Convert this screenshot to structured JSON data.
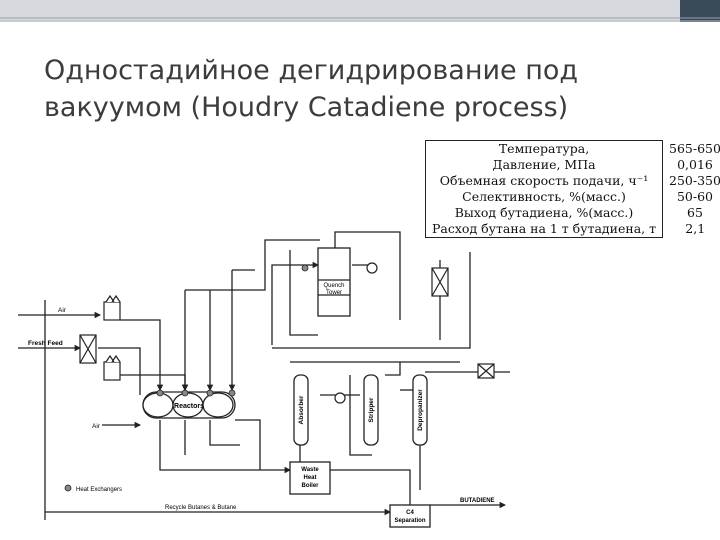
{
  "title": {
    "line1": "Одностадийное дегидрирование под",
    "line2": "вакуумом (Houdry Catadiene process)"
  },
  "parameters": [
    {
      "label": "Температура,",
      "value": "565-650"
    },
    {
      "label": "Давление, МПа",
      "value": "0,016"
    },
    {
      "label": "Объемная скорость подачи, ч⁻¹",
      "value": "250-350"
    },
    {
      "label": "Селективность, %(масс.)",
      "value": "50-60"
    },
    {
      "label": "Выход бутадиена, %(масс.)",
      "value": "65"
    },
    {
      "label": "Расход бутана на 1 т бутадиена, т",
      "value": "2,1"
    }
  ],
  "diagram": {
    "air_top": "Air",
    "fresh_feed": "Fresh Feed",
    "air_bottom": "Air",
    "quench_tower_1": "Quench",
    "quench_tower_2": "Tower",
    "reactors": "Reactors",
    "absorber": "Absorber",
    "stripper": "Stripper",
    "depropanizer": "Depropanizer",
    "boiler_1": "Waste",
    "boiler_2": "Heat",
    "boiler_3": "Boiler",
    "heat_exchangers": "Heat Exchangers",
    "recycle": "Recycle Butanes & Butane",
    "butadiene": "BUTADIENE",
    "c4_1": "C4",
    "c4_2": "Separation"
  },
  "colors": {
    "accent_bar": "#3b4a58",
    "title_text": "#3c3c3c"
  }
}
